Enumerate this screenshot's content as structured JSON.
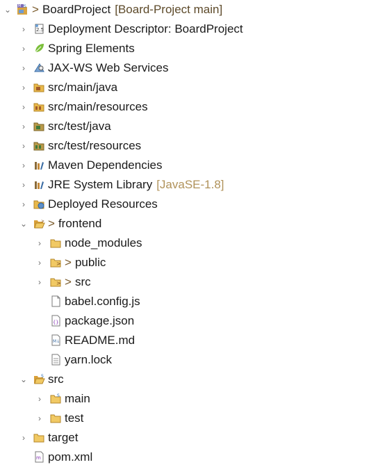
{
  "tree": {
    "items": [
      {
        "key": "root",
        "label": "BoardProject",
        "extra": "[Board-Project main]",
        "decor": ">",
        "expanded": true,
        "icon": "maven-project-icon"
      },
      {
        "key": "dd",
        "label": "Deployment Descriptor: BoardProject",
        "icon": "deployment-descriptor-icon"
      },
      {
        "key": "spring",
        "label": "Spring Elements",
        "icon": "spring-leaf-icon"
      },
      {
        "key": "jaxws",
        "label": "JAX-WS Web Services",
        "icon": "web-services-icon"
      },
      {
        "key": "srcmainjava",
        "label": "src/main/java",
        "icon": "source-folder-icon"
      },
      {
        "key": "srcmainres",
        "label": "src/main/resources",
        "icon": "resource-folder-icon"
      },
      {
        "key": "srctestjava",
        "label": "src/test/java",
        "icon": "test-source-folder-icon"
      },
      {
        "key": "srctestres",
        "label": "src/test/resources",
        "icon": "test-resource-folder-icon"
      },
      {
        "key": "mavendeps",
        "label": "Maven Dependencies",
        "icon": "library-icon"
      },
      {
        "key": "jre",
        "label": "JRE System Library",
        "suffix": "[JavaSE-1.8]",
        "icon": "library-icon"
      },
      {
        "key": "deployed",
        "label": "Deployed Resources",
        "icon": "deployed-resources-icon"
      },
      {
        "key": "frontend",
        "label": "frontend",
        "decor": ">",
        "expanded": true,
        "icon": "folder-open-icon"
      },
      {
        "key": "node_modules",
        "label": "node_modules",
        "icon": "folder-icon"
      },
      {
        "key": "public",
        "label": "public",
        "decor": ">",
        "icon": "folder-changed-icon"
      },
      {
        "key": "fe_src",
        "label": "src",
        "decor": ">",
        "icon": "folder-changed-icon"
      },
      {
        "key": "babel",
        "label": "babel.config.js",
        "icon": "js-file-icon"
      },
      {
        "key": "pkg",
        "label": "package.json",
        "icon": "json-file-icon"
      },
      {
        "key": "readme",
        "label": "README.md",
        "icon": "markdown-file-icon"
      },
      {
        "key": "yarn",
        "label": "yarn.lock",
        "icon": "text-file-icon"
      },
      {
        "key": "src",
        "label": "src",
        "expanded": true,
        "icon": "package-folder-icon"
      },
      {
        "key": "main",
        "label": "main",
        "icon": "package-folder-icon"
      },
      {
        "key": "test",
        "label": "test",
        "icon": "folder-icon"
      },
      {
        "key": "target",
        "label": "target",
        "icon": "folder-icon"
      },
      {
        "key": "pom",
        "label": "pom.xml",
        "icon": "pom-file-icon"
      }
    ]
  },
  "colors": {
    "selection": "#d6e8fb",
    "suffix": "#b0925a",
    "folder": "#e8b84a",
    "twisty": "#6e6e6e"
  }
}
